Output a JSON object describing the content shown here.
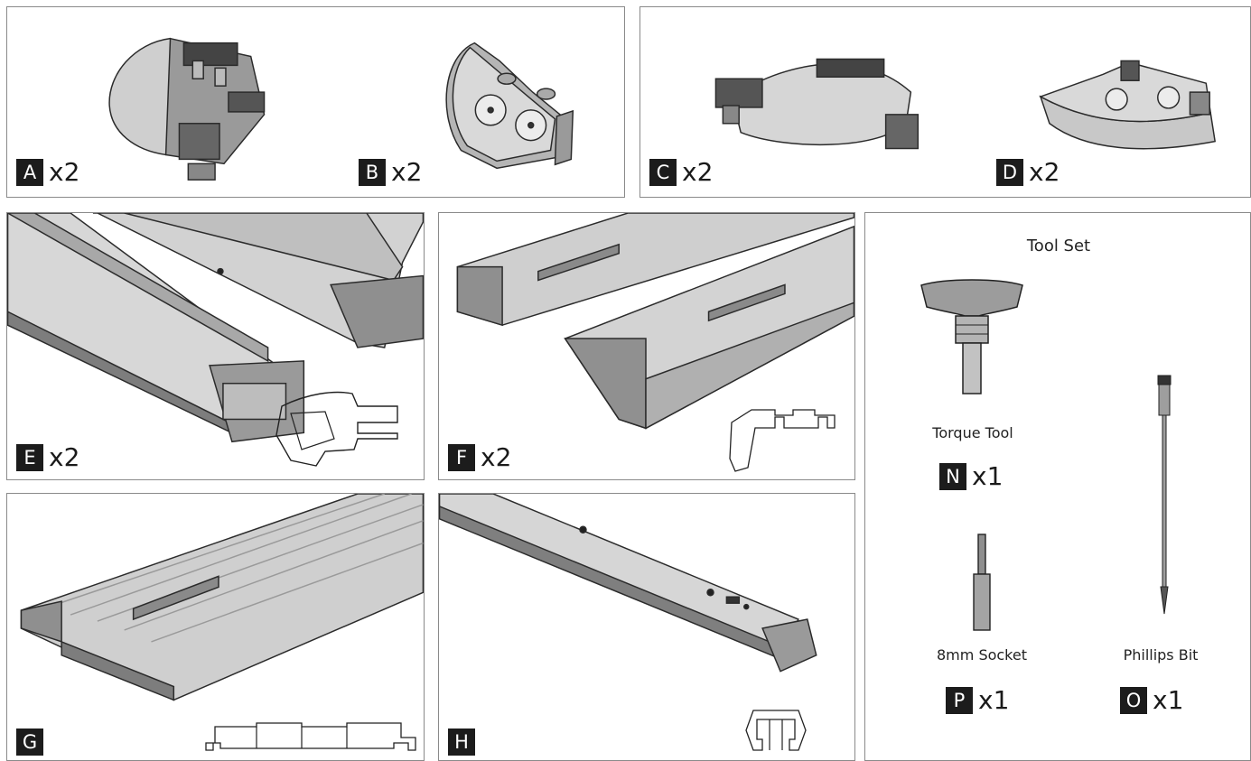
{
  "parts": {
    "a": {
      "letter": "A",
      "qty": "x2"
    },
    "b": {
      "letter": "B",
      "qty": "x2"
    },
    "c": {
      "letter": "C",
      "qty": "x2"
    },
    "d": {
      "letter": "D",
      "qty": "x2"
    },
    "e": {
      "letter": "E",
      "qty": "x2"
    },
    "f": {
      "letter": "F",
      "qty": "x2"
    },
    "g": {
      "letter": "G"
    },
    "h": {
      "letter": "H"
    }
  },
  "tool_set": {
    "title": "Tool Set",
    "torque": {
      "name": "Torque Tool",
      "letter": "N",
      "qty": "x1"
    },
    "socket": {
      "name": "8mm Socket",
      "letter": "P",
      "qty": "x1"
    },
    "phillips": {
      "name": "Phillips Bit",
      "letter": "O",
      "qty": "x1"
    }
  }
}
